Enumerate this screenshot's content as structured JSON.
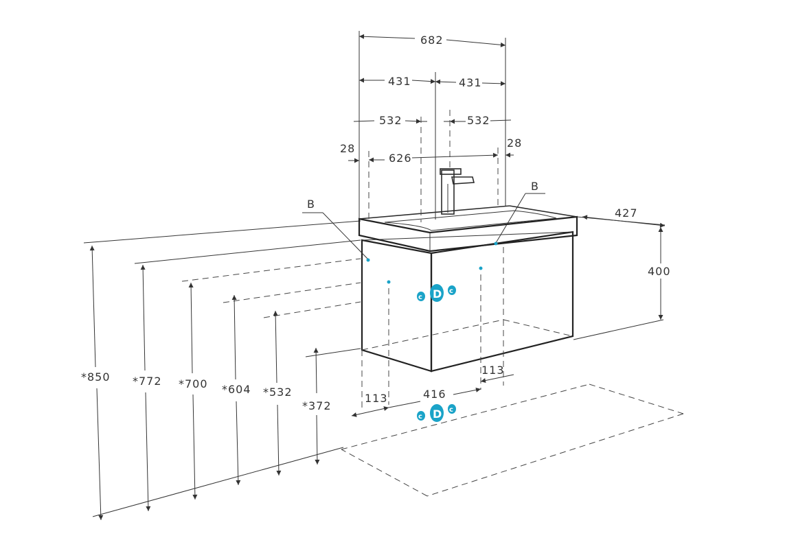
{
  "colors": {
    "line": "#333333",
    "accent": "#1aa3c8",
    "background": "#ffffff"
  },
  "dimensions": {
    "width_top": "682",
    "half_left": "431",
    "half_right": "431",
    "inner_left": "532",
    "inner_right": "532",
    "basin_inner": "626",
    "edge_left": "28",
    "edge_right": "28",
    "depth": "427",
    "height_cabinet": "400",
    "bottom_left": "113",
    "bottom_right": "113",
    "bottom_width": "416"
  },
  "heights": [
    "*850",
    "*772",
    "*700",
    "*604",
    "*532",
    "*372"
  ],
  "labels": {
    "b_left": "B",
    "b_right": "B"
  },
  "markers": {
    "d": "D",
    "c": "c"
  }
}
